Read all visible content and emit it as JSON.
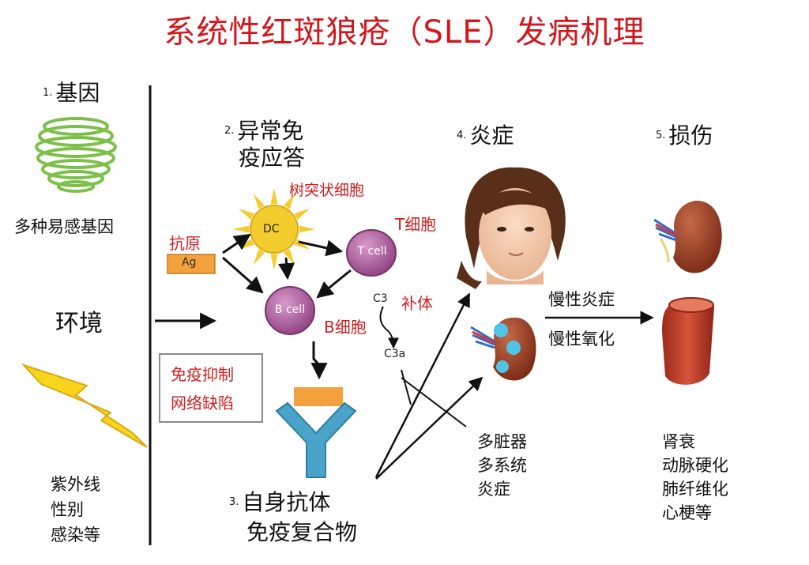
{
  "title": "系统性红斑狼疮（SLE）发病机理",
  "steps": {
    "gene": {
      "num": "1.",
      "label": "基因"
    },
    "immune": {
      "num": "2.",
      "line1": "异常免",
      "line2": "疫应答"
    },
    "autoantibody": {
      "num": "3.",
      "line1": "自身抗体",
      "line2": "免疫复合物"
    },
    "inflammation": {
      "num": "4.",
      "label": "炎症"
    },
    "damage": {
      "num": "5.",
      "label": "损伤"
    }
  },
  "left_panel": {
    "gene_desc": "多种易感基因",
    "environment": "环境",
    "factors": [
      "紫外线",
      "性别",
      "感染等"
    ]
  },
  "immune_labels": {
    "antigen": "抗原",
    "antigen_box": "Ag",
    "dc_cn": "树突状细胞",
    "dc": "DC",
    "tcell_cn": "T细胞",
    "tcell": "T cell",
    "bcell": "B cell",
    "bcell_cn": "B细胞",
    "complement": "补体",
    "c3": "C3",
    "c3a": "C3a",
    "defect": [
      "免疫抑制",
      "网络缺陷"
    ]
  },
  "inflammation": {
    "chronic": [
      "慢性炎症",
      "慢性氧化"
    ],
    "organs": [
      "多脏器",
      "多系统",
      "炎症"
    ]
  },
  "damage": {
    "list": [
      "肾衰",
      "动脉硬化",
      "肺纤维化",
      "心梗等"
    ]
  },
  "colors": {
    "title": "#d4161c",
    "label_red": "#cc1f1f",
    "cell": "#a0528f",
    "dc": "#f3cc2e",
    "antigen": "#f2a13d",
    "antibody": "#4aa3c8",
    "kidney": "#9e3a21",
    "artery": "#c8412a"
  }
}
